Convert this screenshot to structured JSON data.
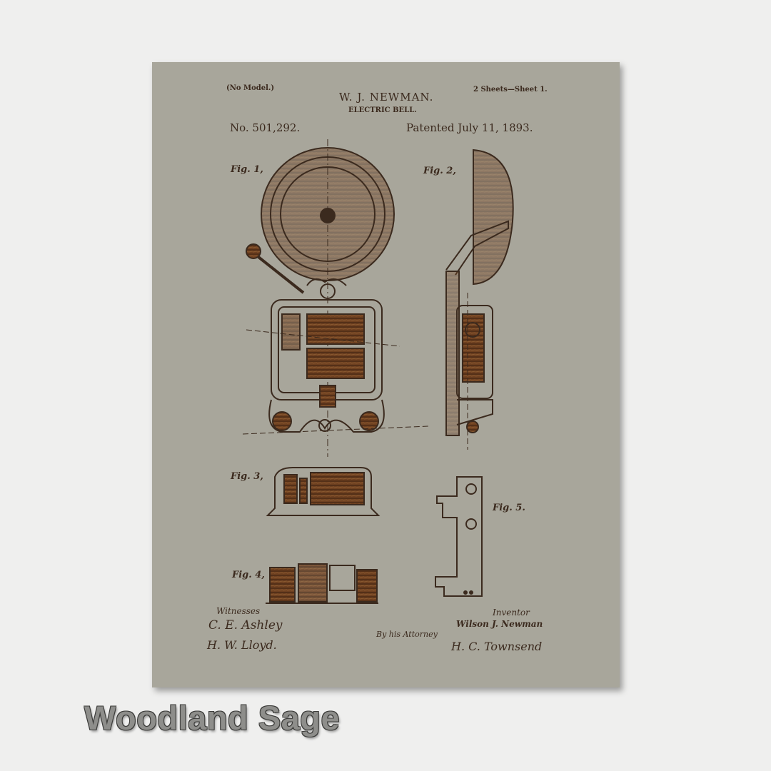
{
  "patent": {
    "model_note": "(No Model.)",
    "sheets": "2 Sheets—Sheet 1.",
    "inventor_name": "W. J. NEWMAN.",
    "title": "ELECTRIC BELL.",
    "number": "No. 501,292.",
    "date": "Patented July 11, 1893.",
    "figures": [
      "Fig. 1,",
      "Fig. 2,",
      "Fig. 3,",
      "Fig. 4,",
      "Fig. 5."
    ],
    "witnesses_label": "Witnesses",
    "witnesses": [
      "C. E. Ashley",
      "H. W. Lloyd."
    ],
    "inventor_label": "Inventor",
    "inventor_signature": "Wilson J. Newman",
    "attorney_label": "By his Attorney",
    "attorney_signature": "H. C. Townsend"
  },
  "product": {
    "color_name": "Woodland Sage",
    "colors": {
      "paper": "#a8a69b",
      "ink": "#3b2a1e",
      "wood": "#6e4020",
      "wall": "#efefee"
    }
  }
}
